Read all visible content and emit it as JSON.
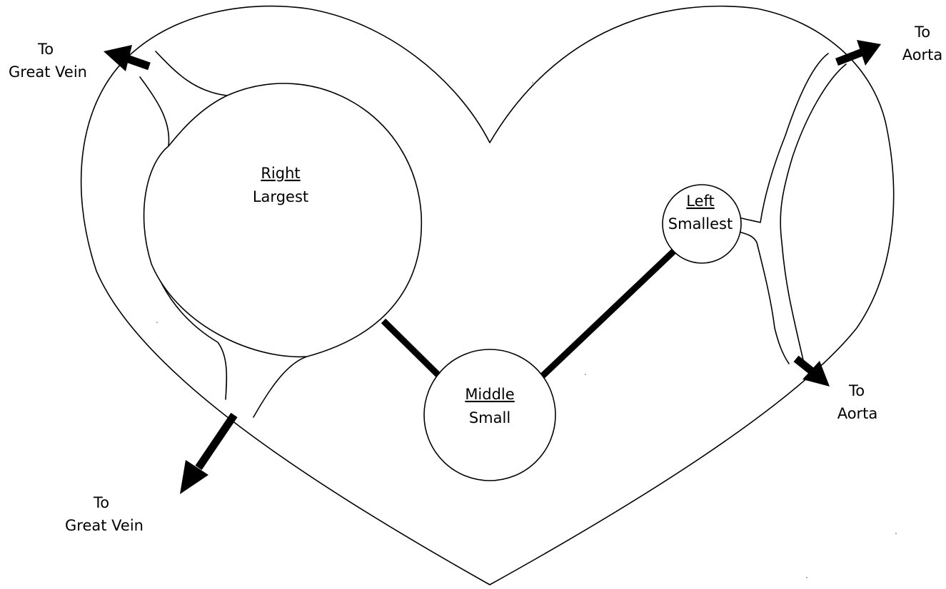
{
  "chambers": {
    "right": {
      "title": "Right",
      "subtitle": "Largest"
    },
    "middle": {
      "title": "Middle",
      "subtitle": "Small"
    },
    "left": {
      "title": "Left",
      "subtitle": "Smallest"
    }
  },
  "arrows": {
    "top_left": {
      "line1": "To",
      "line2": "Great Vein"
    },
    "bottom_left": {
      "line1": "To",
      "line2": "Great Vein"
    },
    "top_right": {
      "line1": "To",
      "line2": "Aorta"
    },
    "bottom_right": {
      "line1": "To",
      "line2": "Aorta"
    }
  }
}
